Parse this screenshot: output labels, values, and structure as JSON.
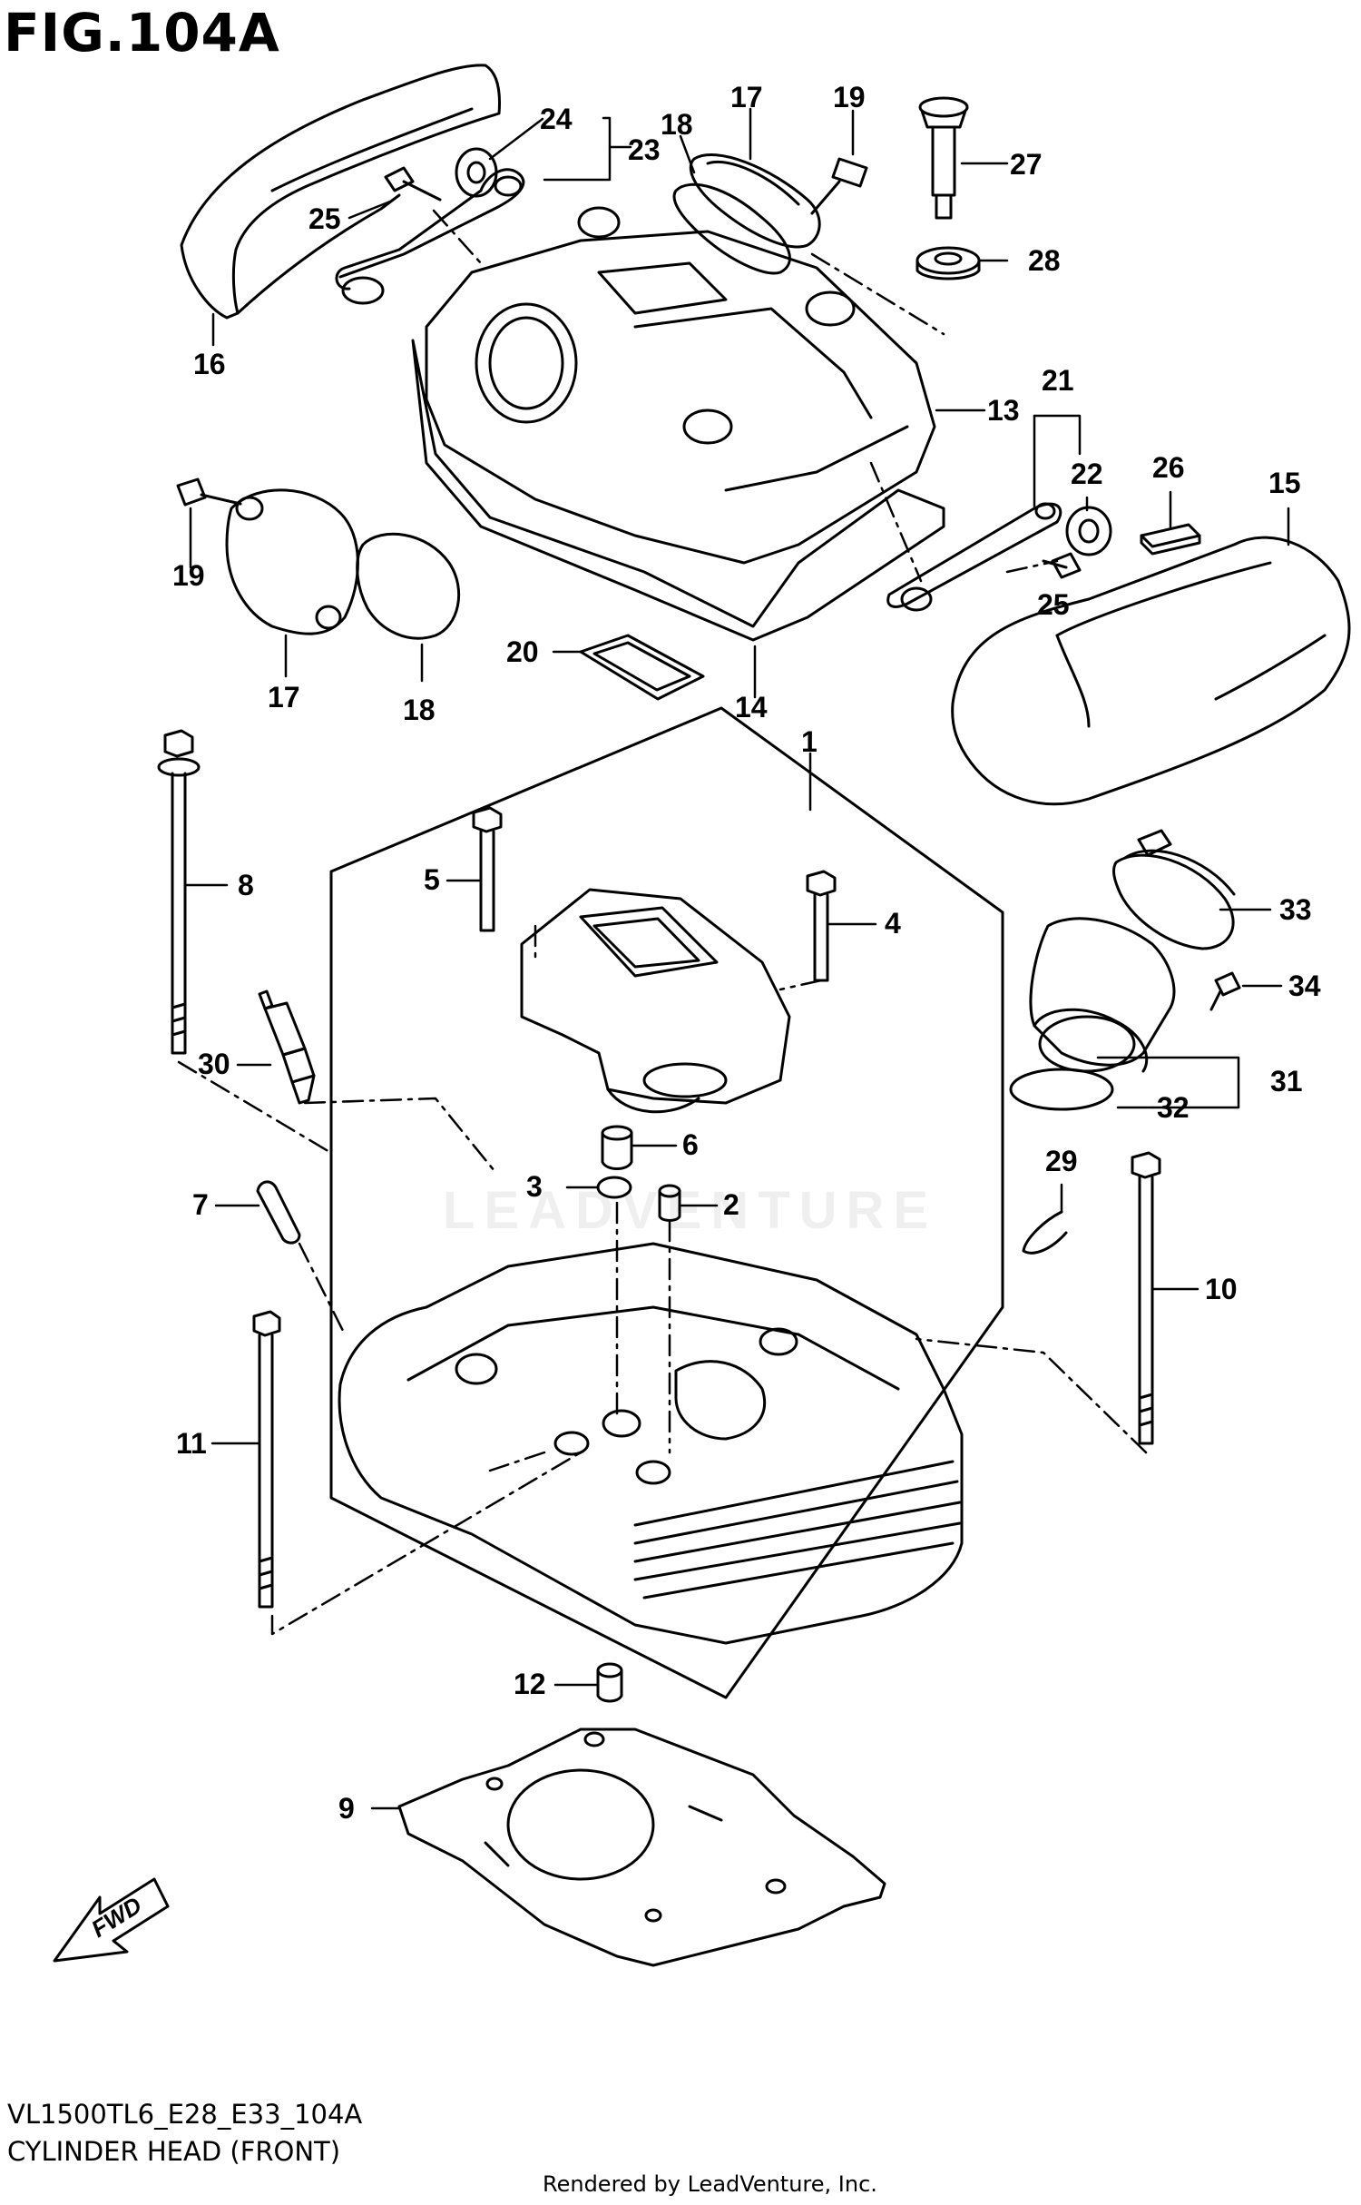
{
  "figure": {
    "title": "FIG.104A",
    "code": "VL1500TL6_E28_E33_104A",
    "description": "CYLINDER HEAD (FRONT)",
    "credit": "Rendered by LeadVenture, Inc.",
    "watermark": "LEADVENTURE",
    "fwd_label": "FWD"
  },
  "callouts": {
    "c1": "1",
    "c2": "2",
    "c3": "3",
    "c4": "4",
    "c5": "5",
    "c6": "6",
    "c7": "7",
    "c8": "8",
    "c9": "9",
    "c10": "10",
    "c11": "11",
    "c12": "12",
    "c13": "13",
    "c14": "14",
    "c15": "15",
    "c16": "16",
    "c17a": "17",
    "c17b": "17",
    "c18a": "18",
    "c18b": "18",
    "c19a": "19",
    "c19b": "19",
    "c20": "20",
    "c21": "21",
    "c22": "22",
    "c23": "23",
    "c24": "24",
    "c25a": "25",
    "c25b": "25",
    "c26": "26",
    "c27": "27",
    "c28": "28",
    "c29": "29",
    "c30": "30",
    "c31": "31",
    "c32": "32",
    "c33": "33",
    "c34": "34"
  }
}
